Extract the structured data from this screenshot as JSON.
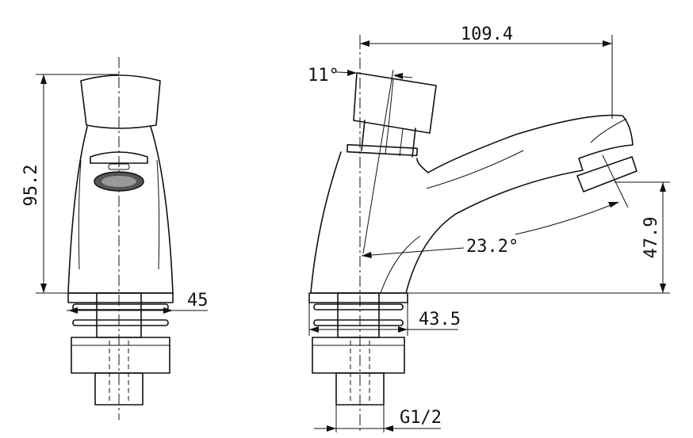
{
  "dimensions": {
    "height_total": "95.2",
    "base_width_front": "45",
    "overall_length": "109.4",
    "button_angle": "11°",
    "spout_angle": "23.2°",
    "spout_height": "47.9",
    "base_width_side": "43.5",
    "thread": "G1/2"
  },
  "colors": {
    "line": "#111111",
    "background": "#ffffff"
  }
}
